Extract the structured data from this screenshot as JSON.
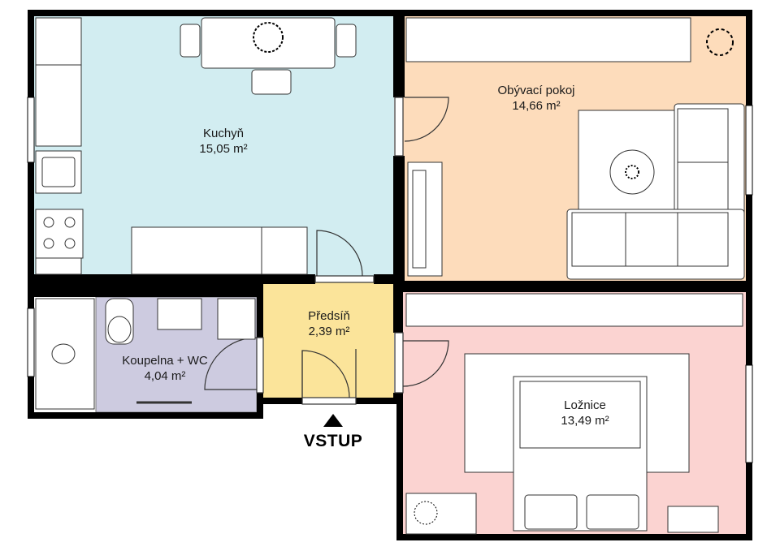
{
  "rooms": {
    "kitchen": {
      "name": "Kuchyň",
      "area": "15,05 m²",
      "fill": "#d2edf1"
    },
    "living": {
      "name": "Obývací pokoj",
      "area": "14,66 m²",
      "fill": "#fddcbb"
    },
    "hallway": {
      "name": "Předsíň",
      "area": "2,39 m²",
      "fill": "#fbe49a"
    },
    "bathroom": {
      "name": "Koupelna + WC",
      "area": "4,04 m²",
      "fill": "#cdcbe0"
    },
    "bedroom": {
      "name": "Ložnice",
      "area": "13,49 m²",
      "fill": "#fbd3d1"
    }
  },
  "entrance": {
    "label": "VSTUP"
  },
  "colors": {
    "wall": "#000000",
    "furniture": "#ffffff",
    "line": "#222222"
  }
}
